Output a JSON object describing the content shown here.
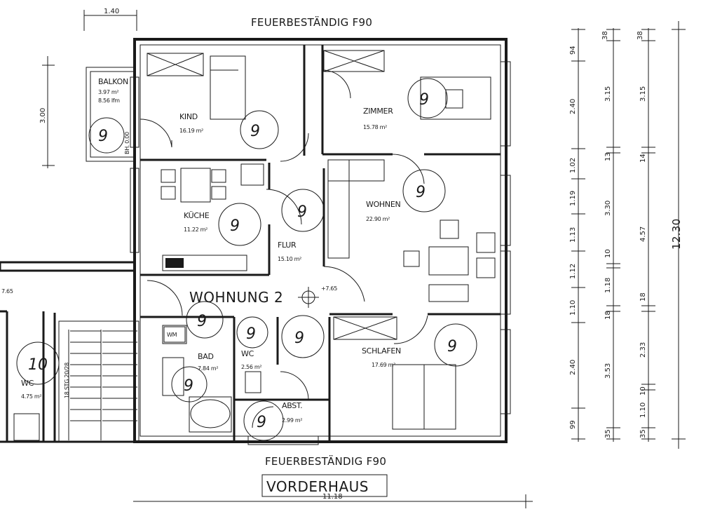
{
  "plan": {
    "top_label": "FEUERBESTÄNDIG F90",
    "bottom_label": "FEUERBESTÄNDIG F90",
    "building_label": "VORDERHAUS",
    "unit_label": "WOHNUNG 2",
    "unit_level": "+7.65",
    "left_level": "7.65",
    "stair_label": "18 STG 20/28",
    "door_height_label": "BH. 0.00",
    "fire_marker": "9",
    "fire_marker_wc": "10",
    "wm_label": "WM"
  },
  "rooms": {
    "balkon": {
      "name": "BALKON",
      "area": "3.97 m²",
      "perimeter": "8.56 lfm"
    },
    "kind": {
      "name": "KIND",
      "area": "16.19 m²"
    },
    "zimmer": {
      "name": "ZIMMER",
      "area": "15.78 m²"
    },
    "kueche": {
      "name": "KÜCHE",
      "area": "11.22 m²"
    },
    "flur": {
      "name": "FLUR",
      "area": "15.10 m²"
    },
    "wohnen": {
      "name": "WOHNEN",
      "area": "22.90 m²"
    },
    "bad": {
      "name": "BAD",
      "area": "7.84 m²"
    },
    "wc": {
      "name": "WC",
      "area": "2.56 m²"
    },
    "wc_left": {
      "name": "WC",
      "area": "4.75 m²"
    },
    "abst": {
      "name": "ABST.",
      "area": "2.99 m²"
    },
    "schlafen": {
      "name": "SCHLAFEN",
      "area": "17.69 m²"
    }
  },
  "dimensions": {
    "top_width": "1.40",
    "bottom_width": "11.18",
    "balkon_height": "3.00",
    "total_height": "12.30",
    "chain1": [
      "94",
      "2.40",
      "1.02",
      "1.19",
      "1.13",
      "1.12",
      "1.10",
      "2.40",
      "99"
    ],
    "chain2": [
      "38",
      "3.15",
      "13",
      "3.30",
      "10",
      "1.18",
      "18",
      "3.53",
      "35"
    ],
    "chain3": [
      "38",
      "3.15",
      "14",
      "4.57",
      "18",
      "2.33",
      "10",
      "1.10",
      "35"
    ]
  }
}
